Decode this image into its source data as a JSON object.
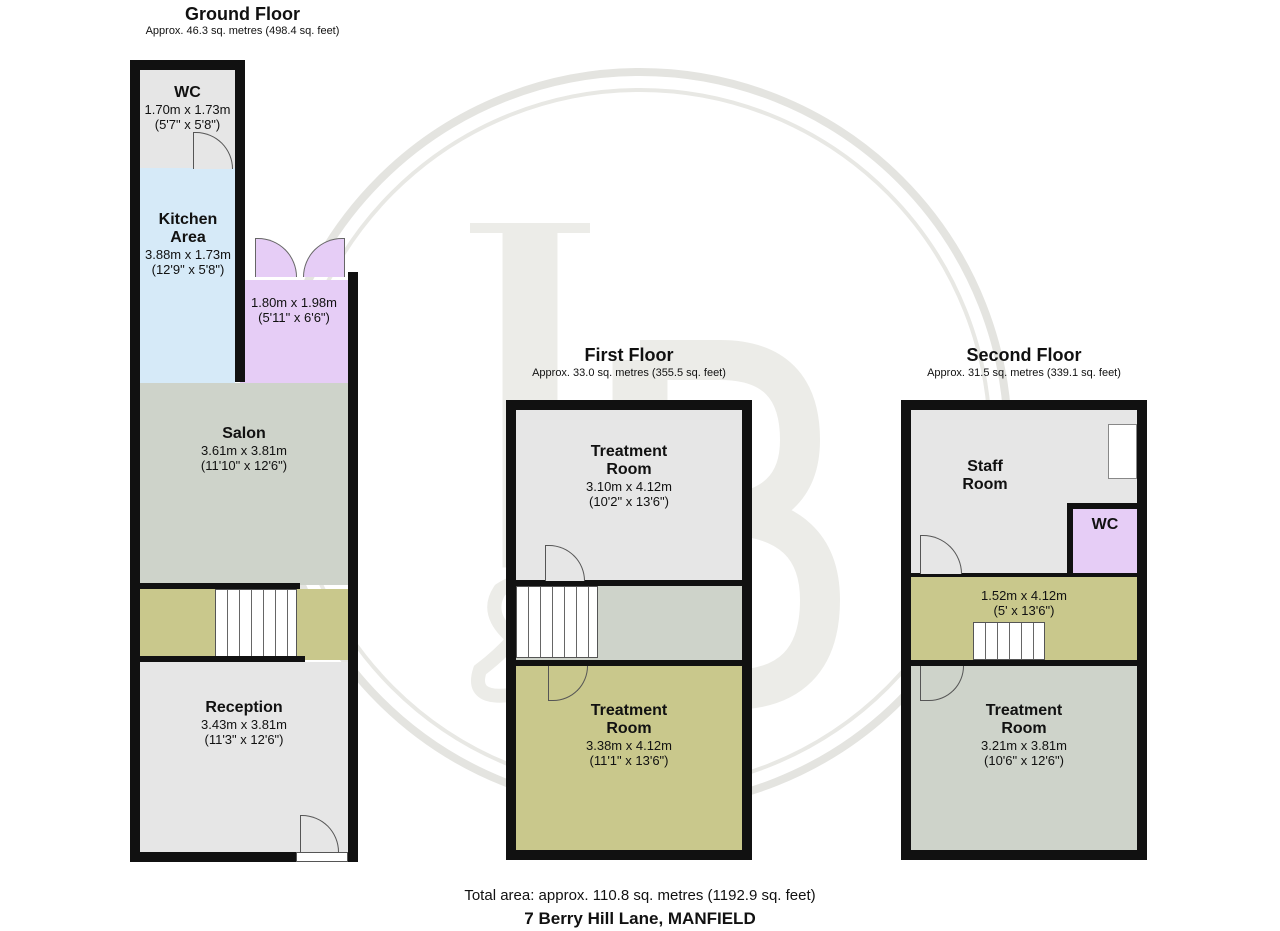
{
  "ground_floor": {
    "title": "Ground Floor",
    "area": "Approx. 46.3 sq. metres (498.4 sq. feet)",
    "rooms": [
      {
        "name": "WC",
        "metric": "1.70m x 1.73m",
        "imperial": "(5'7\" x 5'8\")"
      },
      {
        "name": "Kitchen Area",
        "metric": "3.88m x 1.73m",
        "imperial": "(12'9\" x 5'8\")"
      },
      {
        "name": "",
        "metric": "1.80m x 1.98m",
        "imperial": "(5'11\" x 6'6\")"
      },
      {
        "name": "Salon",
        "metric": "3.61m x 3.81m",
        "imperial": "(11'10\" x 12'6\")"
      },
      {
        "name": "Reception",
        "metric": "3.43m x 3.81m",
        "imperial": "(11'3\" x 12'6\")"
      }
    ]
  },
  "first_floor": {
    "title": "First Floor",
    "area": "Approx. 33.0 sq. metres (355.5 sq. feet)",
    "rooms": [
      {
        "name": "Treatment Room",
        "metric": "3.10m x 4.12m",
        "imperial": "(10'2\" x 13'6\")"
      },
      {
        "name": "Treatment Room",
        "metric": "3.38m x 4.12m",
        "imperial": "(11'1\" x 13'6\")"
      }
    ]
  },
  "second_floor": {
    "title": "Second Floor",
    "area": "Approx. 31.5 sq. metres (339.1 sq. feet)",
    "rooms": [
      {
        "name": "Staff Room"
      },
      {
        "name": "WC"
      },
      {
        "name": "",
        "metric": "1.52m x 4.12m",
        "imperial": "(5' x 13'6\")"
      },
      {
        "name": "Treatment Room",
        "metric": "3.21m x 3.81m",
        "imperial": "(10'6\" x 12'6\")"
      }
    ]
  },
  "footer": {
    "total": "Total area: approx. 110.8 sq. metres (1192.9 sq. feet)",
    "address": "7 Berry Hill Lane, MANFIELD"
  },
  "watermark": {
    "text": "L&B"
  },
  "colors": {
    "grey": "#e6e6e6",
    "blue": "#d6eaf8",
    "lilac": "#e6cdf6",
    "sage": "#ced3ca",
    "olive": "#c9c88c",
    "wall": "#111111"
  }
}
